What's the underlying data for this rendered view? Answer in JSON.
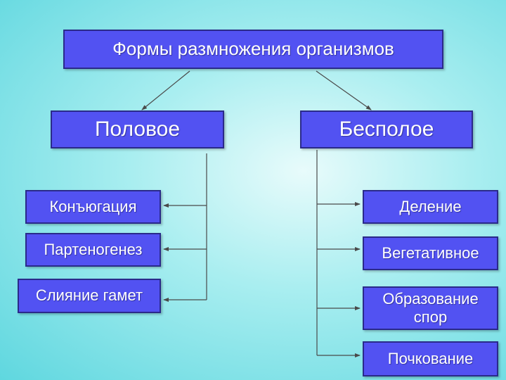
{
  "title": "Формы размножения организмов",
  "categories": {
    "sexual": {
      "label": "Половое",
      "items": [
        "Конъюгация",
        "Партеногенез",
        "Слияние гамет"
      ]
    },
    "asexual": {
      "label": "Бесполое",
      "items": [
        "Деление",
        "Вегетативное",
        "Образование спор",
        "Почкование"
      ]
    }
  },
  "colors": {
    "box_fill": "#5252f2",
    "box_border": "#2a2a8a",
    "text": "#ffffff",
    "connector": "#4a4a4a"
  }
}
